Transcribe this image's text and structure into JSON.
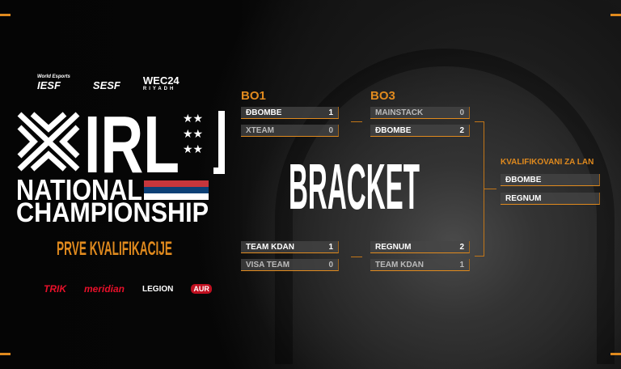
{
  "logos": {
    "iesf_top": "World Esports",
    "iesf": "IESF",
    "sesf": "SESF",
    "wec": "WEC24",
    "wec_sub": "RIYADH"
  },
  "title": {
    "irl": "IRL",
    "national": "NATIONAL",
    "championship": "CHAMPIONSHIP",
    "subtitle": "PRVE KVALIFIKACIJE"
  },
  "flag_colors": [
    "#c6363c",
    "#0c4076",
    "#ffffff"
  ],
  "sponsors": [
    "TRIK",
    "meridian",
    "LEGION",
    "AUR"
  ],
  "accent": "#e08a1e",
  "bracket": {
    "title": "BRACKET",
    "bo1_label": "BO1",
    "bo3_label": "BO3",
    "bo1": [
      [
        {
          "team": "ĐBOMBE",
          "score": "1"
        },
        {
          "team": "XTEAM",
          "score": "0"
        }
      ],
      [
        {
          "team": "TEAM KDAN",
          "score": "1"
        },
        {
          "team": "VISA TEAM",
          "score": "0"
        }
      ]
    ],
    "bo3": [
      [
        {
          "team": "MAINSTACK",
          "score": "0"
        },
        {
          "team": "ĐBOMBE",
          "score": "2"
        }
      ],
      [
        {
          "team": "REGNUM",
          "score": "2"
        },
        {
          "team": "TEAM KDAN",
          "score": "1"
        }
      ]
    ],
    "qualified_label": "KVALIFIKOVANI ZA LAN",
    "qualified": [
      "ĐBOMBE",
      "REGNUM"
    ]
  }
}
